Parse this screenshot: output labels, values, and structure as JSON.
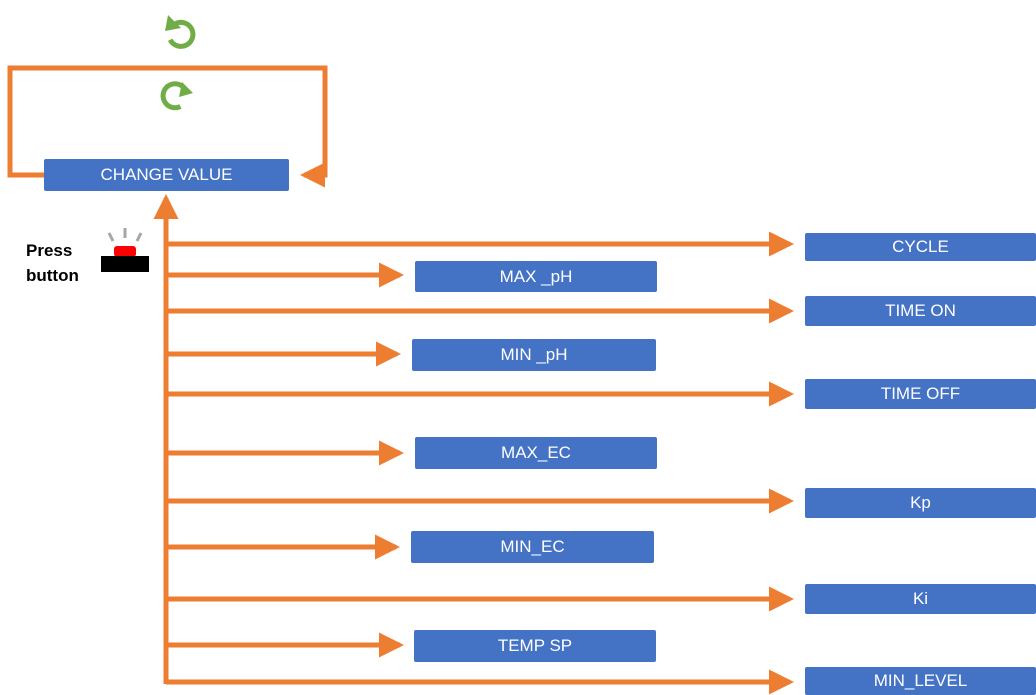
{
  "colors": {
    "arrow": "#ed7d31",
    "box": "#4472c4",
    "box_text": "#ffffff",
    "cycle_icon": "#70ad47",
    "button_top": "#ff0000",
    "button_base": "#000000",
    "button_rays": "#a6a6a6"
  },
  "icons": [
    "rotate-counterclockwise-icon",
    "rotate-clockwise-icon",
    "push-button-icon"
  ],
  "diagram": {
    "main_box": "CHANGE VALUE",
    "press_label_line1": "Press",
    "press_label_line2": "button",
    "right_boxes": [
      "CYCLE",
      "TIME ON",
      "TIME OFF",
      "Kp",
      "Ki",
      "MIN_LEVEL"
    ],
    "middle_boxes": [
      "MAX _pH",
      "MIN _pH",
      "MAX_EC",
      "MIN_EC",
      "TEMP SP"
    ]
  }
}
